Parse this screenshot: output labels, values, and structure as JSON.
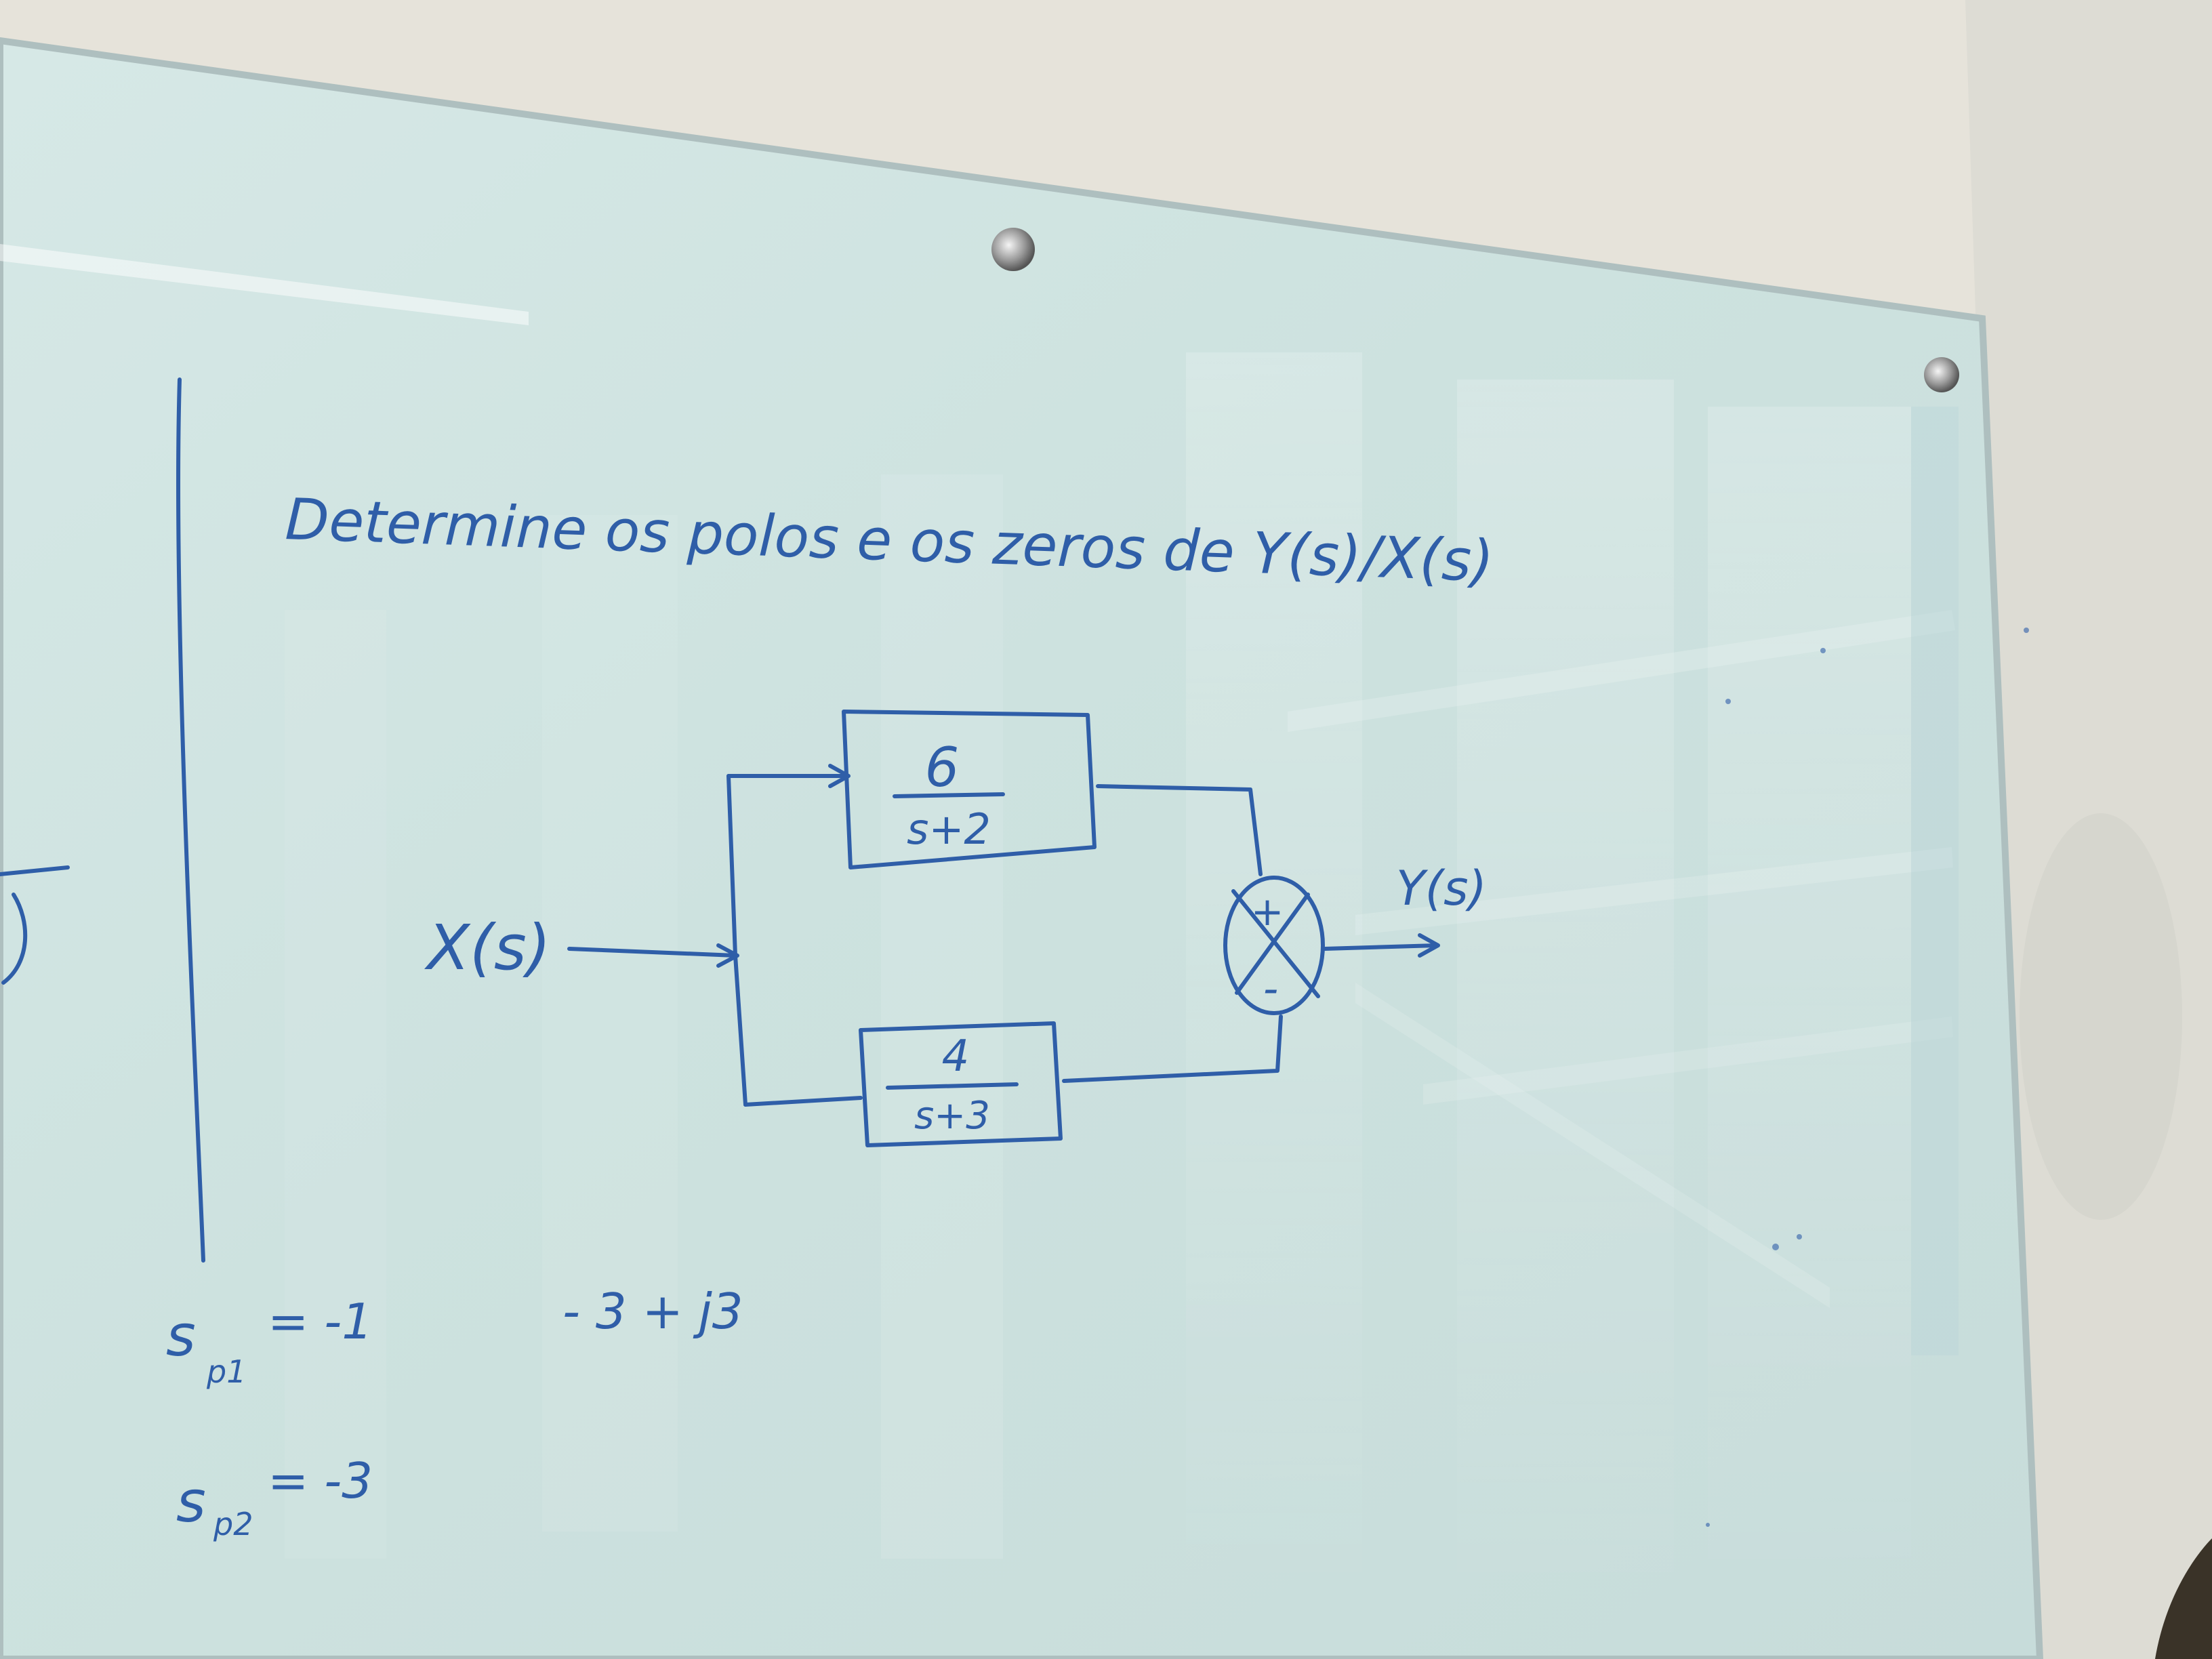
{
  "board": {
    "title": "Determine os polos e os zeros de Y(s)/X(s)",
    "input_label": "X(s)",
    "output_label": "Y(s)",
    "block_top": {
      "numerator": "6",
      "denominator": "s+2"
    },
    "block_bottom": {
      "numerator": "4",
      "denominator": "s+3"
    },
    "summer_plus": "+",
    "summer_minus": "-",
    "note_pole1": "s",
    "note_pole1_sub": "p1",
    "note_pole1_value": "= -1",
    "note_pole2": "s",
    "note_pole2_sub": "p2",
    "note_pole2_value": "= -3",
    "note_extra": "- 3 + j3"
  },
  "colors": {
    "ink": "#2f5ea8",
    "board_glass": "#cfe3e1",
    "wall": "#e6e3da",
    "frame": "#b9c7c8"
  }
}
